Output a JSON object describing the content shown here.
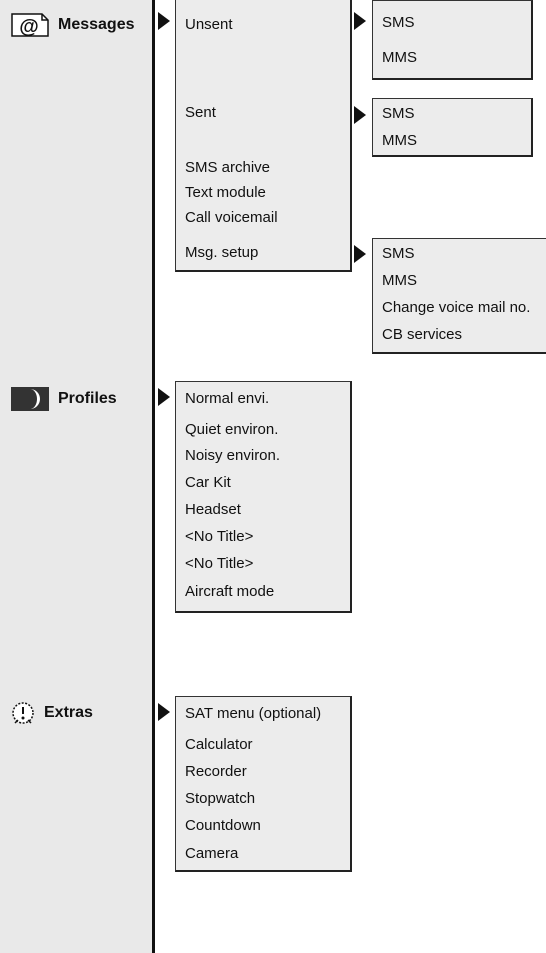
{
  "sections": [
    {
      "name": "Messages",
      "icon": "at-sign-envelope-icon",
      "items": [
        "Unsent",
        "Sent",
        "SMS archive",
        "Text module",
        "Call voicemail",
        "Msg. setup"
      ]
    },
    {
      "name": "Profiles",
      "icon": "crescent-moon-icon",
      "items": [
        "Normal envi.",
        "Quiet environ.",
        "Noisy environ.",
        "Car Kit",
        "Headset",
        "<No Title>",
        "<No Title>",
        "Aircraft mode"
      ]
    },
    {
      "name": "Extras",
      "icon": "alarm-clock-icon",
      "items": [
        "SAT menu (optional)",
        "Calculator",
        "Recorder",
        "Stopwatch",
        "Countdown",
        "Camera"
      ]
    }
  ],
  "submenus": {
    "unsent": [
      "SMS",
      "MMS"
    ],
    "sent": [
      "SMS",
      "MMS"
    ],
    "msg_setup": [
      "SMS",
      "MMS",
      "Change voice mail no.",
      "CB services"
    ]
  }
}
